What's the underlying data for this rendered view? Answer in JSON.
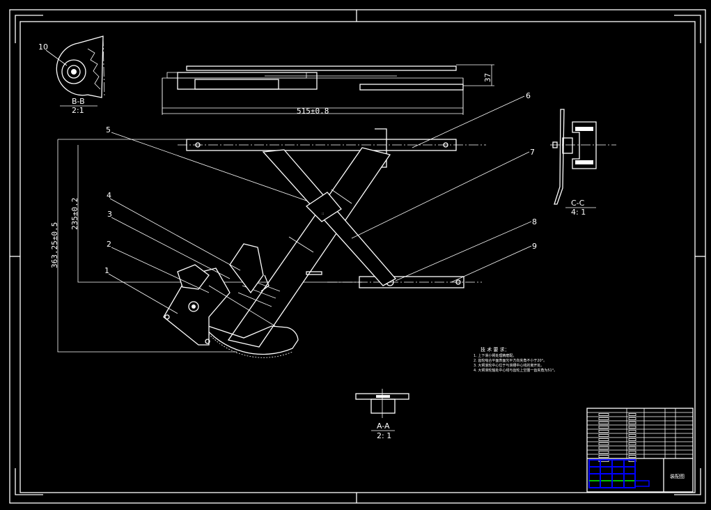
{
  "dimensions": {
    "width_515": "515±0.8",
    "height_37": "37",
    "height_363": "363.25±0.5",
    "height_235": "235±0.2"
  },
  "section_views": {
    "bb_label": "B-B",
    "bb_scale": "2:1",
    "cc_label": "C-C",
    "cc_scale": "4: 1",
    "aa_label": "A-A",
    "aa_scale": "2: 1"
  },
  "part_numbers": {
    "p1": "1",
    "p2": "2",
    "p3": "3",
    "p4": "4",
    "p5": "5",
    "p6": "6",
    "p7": "7",
    "p8": "8",
    "p9": "9",
    "p10": "10"
  },
  "technical_requirements": {
    "title": "技 术 要 求：",
    "lines": [
      "1. 上下滑小臂处理精磨配。",
      "2. 齿轮啮合平面表面光平方向夹角不小于20°。",
      "3. 大臂滚轮中心位于与滑槽中心线的离开处。",
      "4. 大臂滑轮轴处中心线与齿轮上空圈一齿夹角为51°。"
    ]
  },
  "title_block": {
    "drawing_label": "装配图"
  },
  "colors": {
    "background": "#000000",
    "lines": "#ffffff",
    "title_block_accent": "#0000ff",
    "title_block_green": "#00c000"
  }
}
